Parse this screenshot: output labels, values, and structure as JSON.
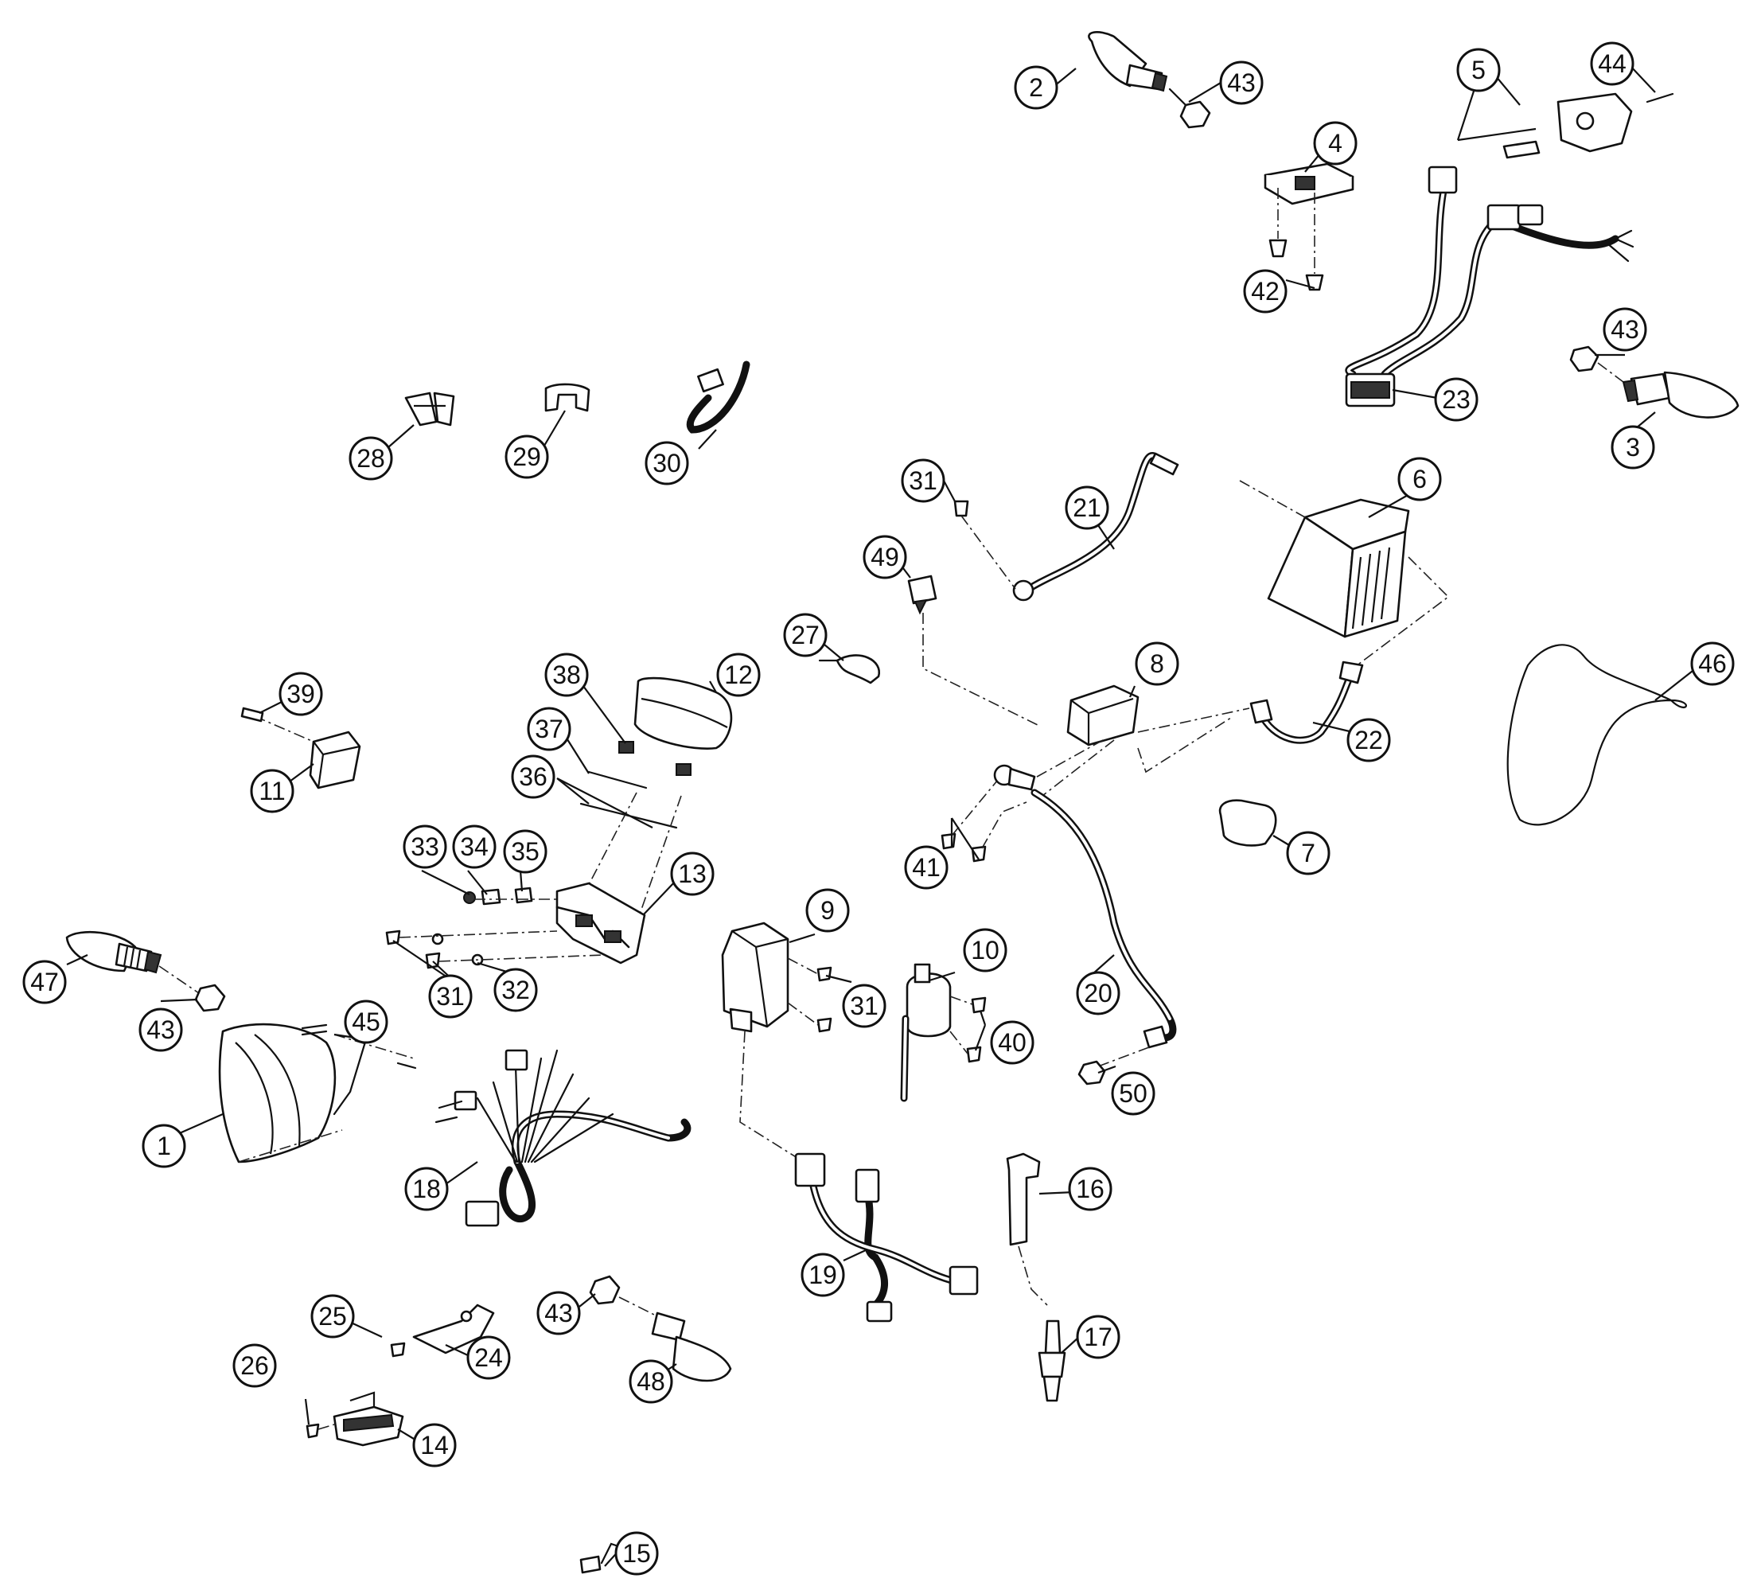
{
  "diagram": {
    "callouts": [
      {
        "id": "c1",
        "label": "1"
      },
      {
        "id": "c2",
        "label": "2"
      },
      {
        "id": "c3",
        "label": "3"
      },
      {
        "id": "c4",
        "label": "4"
      },
      {
        "id": "c5",
        "label": "5"
      },
      {
        "id": "c6",
        "label": "6"
      },
      {
        "id": "c7",
        "label": "7"
      },
      {
        "id": "c8",
        "label": "8"
      },
      {
        "id": "c9",
        "label": "9"
      },
      {
        "id": "c10",
        "label": "10"
      },
      {
        "id": "c11",
        "label": "11"
      },
      {
        "id": "c12",
        "label": "12"
      },
      {
        "id": "c13",
        "label": "13"
      },
      {
        "id": "c14",
        "label": "14"
      },
      {
        "id": "c15",
        "label": "15"
      },
      {
        "id": "c16",
        "label": "16"
      },
      {
        "id": "c17",
        "label": "17"
      },
      {
        "id": "c18",
        "label": "18"
      },
      {
        "id": "c19",
        "label": "19"
      },
      {
        "id": "c20",
        "label": "20"
      },
      {
        "id": "c21",
        "label": "21"
      },
      {
        "id": "c22",
        "label": "22"
      },
      {
        "id": "c23",
        "label": "23"
      },
      {
        "id": "c24",
        "label": "24"
      },
      {
        "id": "c25",
        "label": "25"
      },
      {
        "id": "c26",
        "label": "26"
      },
      {
        "id": "c27",
        "label": "27"
      },
      {
        "id": "c28",
        "label": "28"
      },
      {
        "id": "c29",
        "label": "29"
      },
      {
        "id": "c30",
        "label": "30"
      },
      {
        "id": "c31a",
        "label": "31"
      },
      {
        "id": "c31b",
        "label": "31"
      },
      {
        "id": "c31c",
        "label": "31"
      },
      {
        "id": "c32",
        "label": "32"
      },
      {
        "id": "c33",
        "label": "33"
      },
      {
        "id": "c34",
        "label": "34"
      },
      {
        "id": "c35",
        "label": "35"
      },
      {
        "id": "c36",
        "label": "36"
      },
      {
        "id": "c37",
        "label": "37"
      },
      {
        "id": "c38",
        "label": "38"
      },
      {
        "id": "c39",
        "label": "39"
      },
      {
        "id": "c40",
        "label": "40"
      },
      {
        "id": "c41",
        "label": "41"
      },
      {
        "id": "c42",
        "label": "42"
      },
      {
        "id": "c43a",
        "label": "43"
      },
      {
        "id": "c43b",
        "label": "43"
      },
      {
        "id": "c43c",
        "label": "43"
      },
      {
        "id": "c43d",
        "label": "43"
      },
      {
        "id": "c44",
        "label": "44"
      },
      {
        "id": "c45",
        "label": "45"
      },
      {
        "id": "c46",
        "label": "46"
      },
      {
        "id": "c47",
        "label": "47"
      },
      {
        "id": "c48",
        "label": "48"
      },
      {
        "id": "c49",
        "label": "49"
      },
      {
        "id": "c50",
        "label": "50"
      }
    ]
  }
}
